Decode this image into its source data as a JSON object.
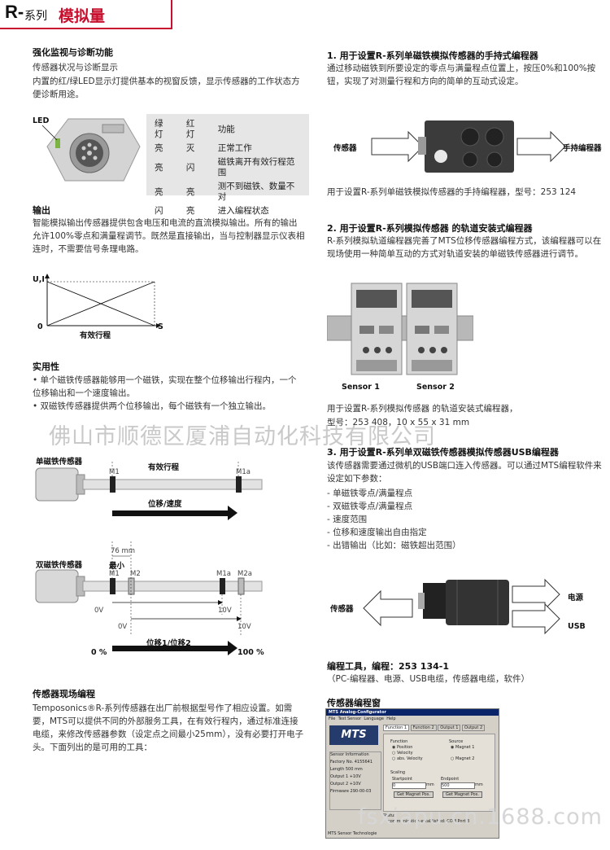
{
  "header": {
    "series_letter": "R-",
    "series_word": "系列",
    "title": "模拟量"
  },
  "left": {
    "monitor": {
      "title": "强化监视与诊断功能",
      "subtitle": "传感器状况与诊断显示",
      "desc": "内置的红/绿LED显示灯提供基本的视窗反馈，显示传感器的工作状态方便诊断用途。",
      "led_label": "LED",
      "table_headers": [
        "绿灯",
        "红灯",
        "功能"
      ],
      "table_rows": [
        [
          "亮",
          "灭",
          "正常工作"
        ],
        [
          "亮",
          "闪",
          "磁铁离开有效行程范围"
        ],
        [
          "亮",
          "亮",
          "测不到磁铁、数量不对"
        ],
        [
          "闪",
          "亮",
          "进入编程状态"
        ]
      ]
    },
    "output": {
      "title": "输出",
      "desc": "智能模拟输出传感器提供包含电压和电流的直流模拟输出。所有的输出允许100%零点和满量程调节。既然是直接输出，当与控制器显示仪表相连时，不需要信号条理电路。",
      "chart_y": "U,I",
      "chart_origin": "0",
      "chart_x": "S",
      "chart_caption": "有效行程"
    },
    "practical": {
      "title": "实用性",
      "items": [
        "• 单个磁铁传感器能够用一个磁铁，实现在整个位移输出行程内，一个位移输出和一个速度输出。",
        "• 双磁铁传感器提供两个位移输出，每个磁铁有一个独立输出。"
      ]
    },
    "diagram": {
      "single_label": "单磁铁传感器",
      "m1": "M1",
      "m1a": "M1a",
      "stroke": "有效行程",
      "disp_speed": "位移/速度",
      "dim76": "76 mm",
      "min_label": "最小",
      "dual_label": "双磁铁传感器",
      "m2": "M2",
      "m2a": "M2a",
      "v0": "0V",
      "v10": "10V",
      "disp12": "位移1/位移2",
      "pct0": "0 %",
      "pct100": "100 %"
    },
    "field": {
      "title": "传感器现场编程",
      "desc": "Temposonics®R-系列传感器在出厂前根据型号作了相应设置。如需要，MTS可以提供不同的外部服务工具，在有效行程内，通过标准连接电缆，来修改传感器参数（设定点之间最小25mm），没有必要打开电子头。下面列出的是可用的工具："
    }
  },
  "right": {
    "s1": {
      "title": "1. 用于设置R-系列单磁铁模拟传感器的手持式编程器",
      "desc": "通过移动磁铁到所要设定的零点与满量程点位置上，按压0%和100%按钮，实现了对测量行程和方向的简单的互动式设定。",
      "left_label": "传感器",
      "right_label": "手持编程器",
      "caption": "用于设置R-系列单磁铁模拟传感器的手持编程器，型号：253 124"
    },
    "s2": {
      "title": "2. 用于设置R-系列模拟传感器 的轨道安装式编程器",
      "desc": "R-系列模拟轨道编程器完善了MTS位移传感器编程方式，该编程器可以在现场使用一种简单互动的方式对轨道安装的单磁铁传感器进行调节。",
      "sensor1": "Sensor 1",
      "sensor2": "Sensor 2",
      "caption1": "用于设置R-系列模拟传感器 的轨道安装式编程器，",
      "caption2": "型号：253 408，10 x 55 x 31 mm"
    },
    "s3": {
      "title": "3. 用于设置R-系列单双磁铁传感器模拟传感器USB编程器",
      "desc": "该传感器需要通过微机的USB端口连入传感器。可以通过MTS编程软件来设定如下参数：",
      "items": [
        "- 单磁铁零点/满量程点",
        "- 双磁铁零点/满量程点",
        "- 速度范围",
        "- 位移和速度输出自由指定",
        "- 出错输出（比如：磁铁超出范围）"
      ],
      "sensor_label": "传感器",
      "power_label": "电源",
      "usb_label": "USB",
      "tool_title": "编程工具，编程：253 134-1",
      "tool_desc": "（PC-编程器、电源、USB电缆，传感器电缆，软件）",
      "window_title": "传感器编程窗"
    },
    "software": {
      "app_title": "MTS Analog-Configurator",
      "menu": [
        "File",
        "Test Sensor",
        "Language",
        "Help"
      ],
      "tabs": [
        "Function 1",
        "Function 2",
        "Output 1",
        "Output 2"
      ],
      "logo": "MTS",
      "function_label": "Function",
      "func_opts": [
        "Position",
        "Velocity",
        "abs. Velocity"
      ],
      "source_label": "Source",
      "source_opts": [
        "Magnet 1",
        "Magnet 2"
      ],
      "sensor_info": "Sensor Information",
      "info_rows": [
        [
          "Factory No.",
          "4155641"
        ],
        [
          "Length",
          "500 mm"
        ],
        [
          "Output 1",
          "+10V"
        ],
        [
          "Output 2",
          "+10V"
        ],
        [
          "Firmware",
          "290-00-03"
        ]
      ],
      "scaling": "Scaling",
      "startpoint": "Startpoint",
      "endpoint": "Endpoint",
      "start_val": "0",
      "end_val": "500",
      "mm": "mm",
      "get_magnet": "Get Magnet Pos.",
      "status_label": "Status",
      "status_text": "communication established: COM Port 3",
      "footer": "MTS Sensor Technologie"
    }
  },
  "watermark": {
    "company": "佛山市顺德区厦浦自动化科技有限公司",
    "site": "fsxiapu.cn.1688.com"
  }
}
